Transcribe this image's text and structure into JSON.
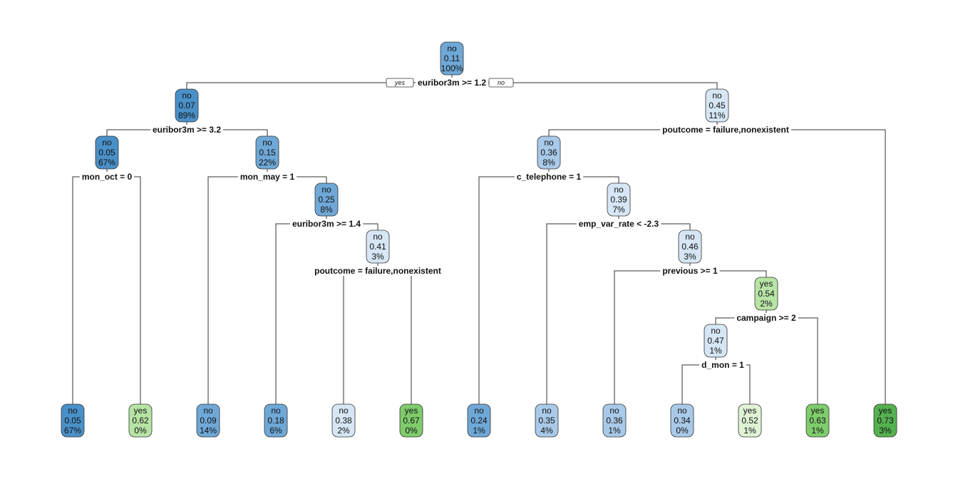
{
  "colors": {
    "no_dark": "#4a90c8",
    "no_mid": "#6fa8d6",
    "no_light": "#a9c9e8",
    "no_pale": "#d6e6f5",
    "yes_pale": "#dff3d5",
    "yes_light": "#b7e4a5",
    "yes_mid": "#7fcc6c",
    "yes_dark": "#55b150"
  },
  "yes_label": "yes",
  "no_label": "no",
  "nodes": [
    {
      "id": "n1",
      "cls": "no",
      "prob": "0.11",
      "pct": "100%",
      "color": "no_mid"
    },
    {
      "id": "n2",
      "cls": "no",
      "prob": "0.07",
      "pct": "89%",
      "color": "no_dark"
    },
    {
      "id": "n3",
      "cls": "no",
      "prob": "0.45",
      "pct": "11%",
      "color": "no_pale"
    },
    {
      "id": "n4",
      "cls": "no",
      "prob": "0.05",
      "pct": "67%",
      "color": "no_dark"
    },
    {
      "id": "n5",
      "cls": "no",
      "prob": "0.15",
      "pct": "22%",
      "color": "no_mid"
    },
    {
      "id": "n6",
      "cls": "no",
      "prob": "0.36",
      "pct": "8%",
      "color": "no_light"
    },
    {
      "id": "n11",
      "cls": "no",
      "prob": "0.25",
      "pct": "8%",
      "color": "no_mid"
    },
    {
      "id": "n23",
      "cls": "no",
      "prob": "0.41",
      "pct": "3%",
      "color": "no_pale"
    },
    {
      "id": "n13",
      "cls": "no",
      "prob": "0.39",
      "pct": "7%",
      "color": "no_pale"
    },
    {
      "id": "n27",
      "cls": "no",
      "prob": "0.46",
      "pct": "3%",
      "color": "no_pale"
    },
    {
      "id": "n55",
      "cls": "yes",
      "prob": "0.54",
      "pct": "2%",
      "color": "yes_light"
    },
    {
      "id": "n110",
      "cls": "no",
      "prob": "0.47",
      "pct": "1%",
      "color": "no_pale"
    },
    {
      "id": "l1",
      "cls": "no",
      "prob": "0.05",
      "pct": "67%",
      "color": "no_dark"
    },
    {
      "id": "l2",
      "cls": "yes",
      "prob": "0.62",
      "pct": "0%",
      "color": "yes_light"
    },
    {
      "id": "l3",
      "cls": "no",
      "prob": "0.09",
      "pct": "14%",
      "color": "no_mid"
    },
    {
      "id": "l4",
      "cls": "no",
      "prob": "0.18",
      "pct": "6%",
      "color": "no_mid"
    },
    {
      "id": "l5",
      "cls": "no",
      "prob": "0.38",
      "pct": "2%",
      "color": "no_pale"
    },
    {
      "id": "l6",
      "cls": "yes",
      "prob": "0.67",
      "pct": "0%",
      "color": "yes_mid"
    },
    {
      "id": "l7",
      "cls": "no",
      "prob": "0.24",
      "pct": "1%",
      "color": "no_mid"
    },
    {
      "id": "l8",
      "cls": "no",
      "prob": "0.35",
      "pct": "4%",
      "color": "no_light"
    },
    {
      "id": "l9",
      "cls": "no",
      "prob": "0.36",
      "pct": "1%",
      "color": "no_light"
    },
    {
      "id": "l10",
      "cls": "no",
      "prob": "0.34",
      "pct": "0%",
      "color": "no_light"
    },
    {
      "id": "l11",
      "cls": "yes",
      "prob": "0.52",
      "pct": "1%",
      "color": "yes_pale"
    },
    {
      "id": "l12",
      "cls": "yes",
      "prob": "0.63",
      "pct": "1%",
      "color": "yes_mid"
    },
    {
      "id": "l13",
      "cls": "yes",
      "prob": "0.73",
      "pct": "3%",
      "color": "yes_dark"
    }
  ],
  "splits": [
    {
      "id": "s1",
      "text": "euribor3m >= 1.2"
    },
    {
      "id": "s2",
      "text": "euribor3m >= 3.2"
    },
    {
      "id": "s3",
      "text": "poutcome = failure,nonexistent"
    },
    {
      "id": "s4",
      "text": "mon_oct = 0"
    },
    {
      "id": "s5",
      "text": "mon_may = 1"
    },
    {
      "id": "s6",
      "text": "c_telephone = 1"
    },
    {
      "id": "s11",
      "text": "euribor3m >= 1.4"
    },
    {
      "id": "s23",
      "text": "poutcome = failure,nonexistent"
    },
    {
      "id": "s13",
      "text": "emp_var_rate < -2.3"
    },
    {
      "id": "s27",
      "text": "previous >= 1"
    },
    {
      "id": "s55",
      "text": "campaign >= 2"
    },
    {
      "id": "s110",
      "text": "d_mon = 1"
    }
  ]
}
